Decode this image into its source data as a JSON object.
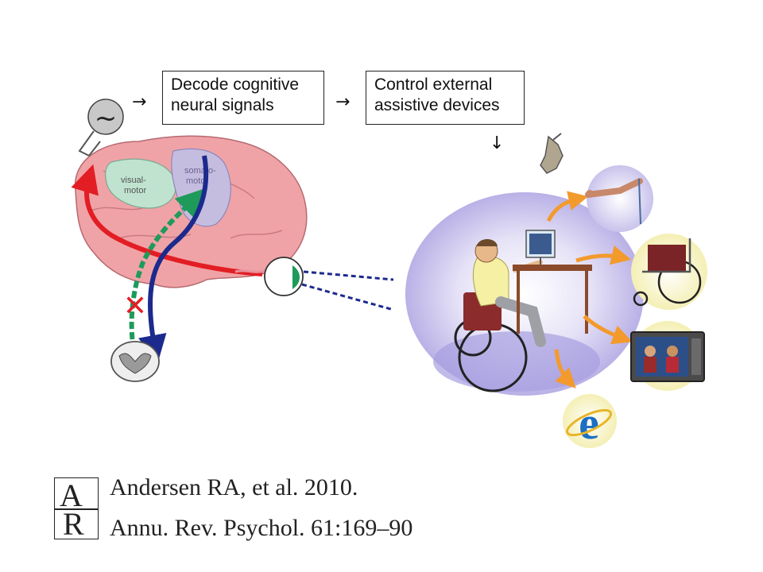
{
  "flow": {
    "boxes": [
      {
        "lines": [
          "Decode cognitive",
          "neural signals"
        ]
      },
      {
        "lines": [
          "Control external",
          "assistive devices"
        ]
      }
    ],
    "signal_symbol": "~",
    "arrow_right": "→",
    "arrow_down": "↓"
  },
  "brain": {
    "region_visual_motor": [
      "visual-",
      "motor"
    ],
    "region_somatomotor": [
      "somato-",
      "motor"
    ],
    "block_mark": "✕"
  },
  "citation": {
    "line1": "Andersen RA, et al. 2010.",
    "line2": "Annu. Rev. Psychol. 61:169–90",
    "logo_letters": [
      "A",
      "R"
    ]
  },
  "colors": {
    "brain_fill": "#f0a3a6",
    "visual_motor_fill": "#bfe3cf",
    "somatomotor_fill": "#c5bde0",
    "red_path": "#e21d24",
    "green_path": "#1e9a5a",
    "blue_path": "#1b2a8c",
    "device_arrow": "#f39a2d",
    "halo": "#c9c3ec"
  },
  "icons": [
    "signal-source-icon",
    "brain-illustration",
    "eye-icon",
    "spinal-cord-icon",
    "wheelchair-user-icon",
    "robotic-hand-icon",
    "prosthetic-arm-icon",
    "wheelchair-icon",
    "television-icon",
    "internet-browser-icon",
    "annual-reviews-logo"
  ]
}
